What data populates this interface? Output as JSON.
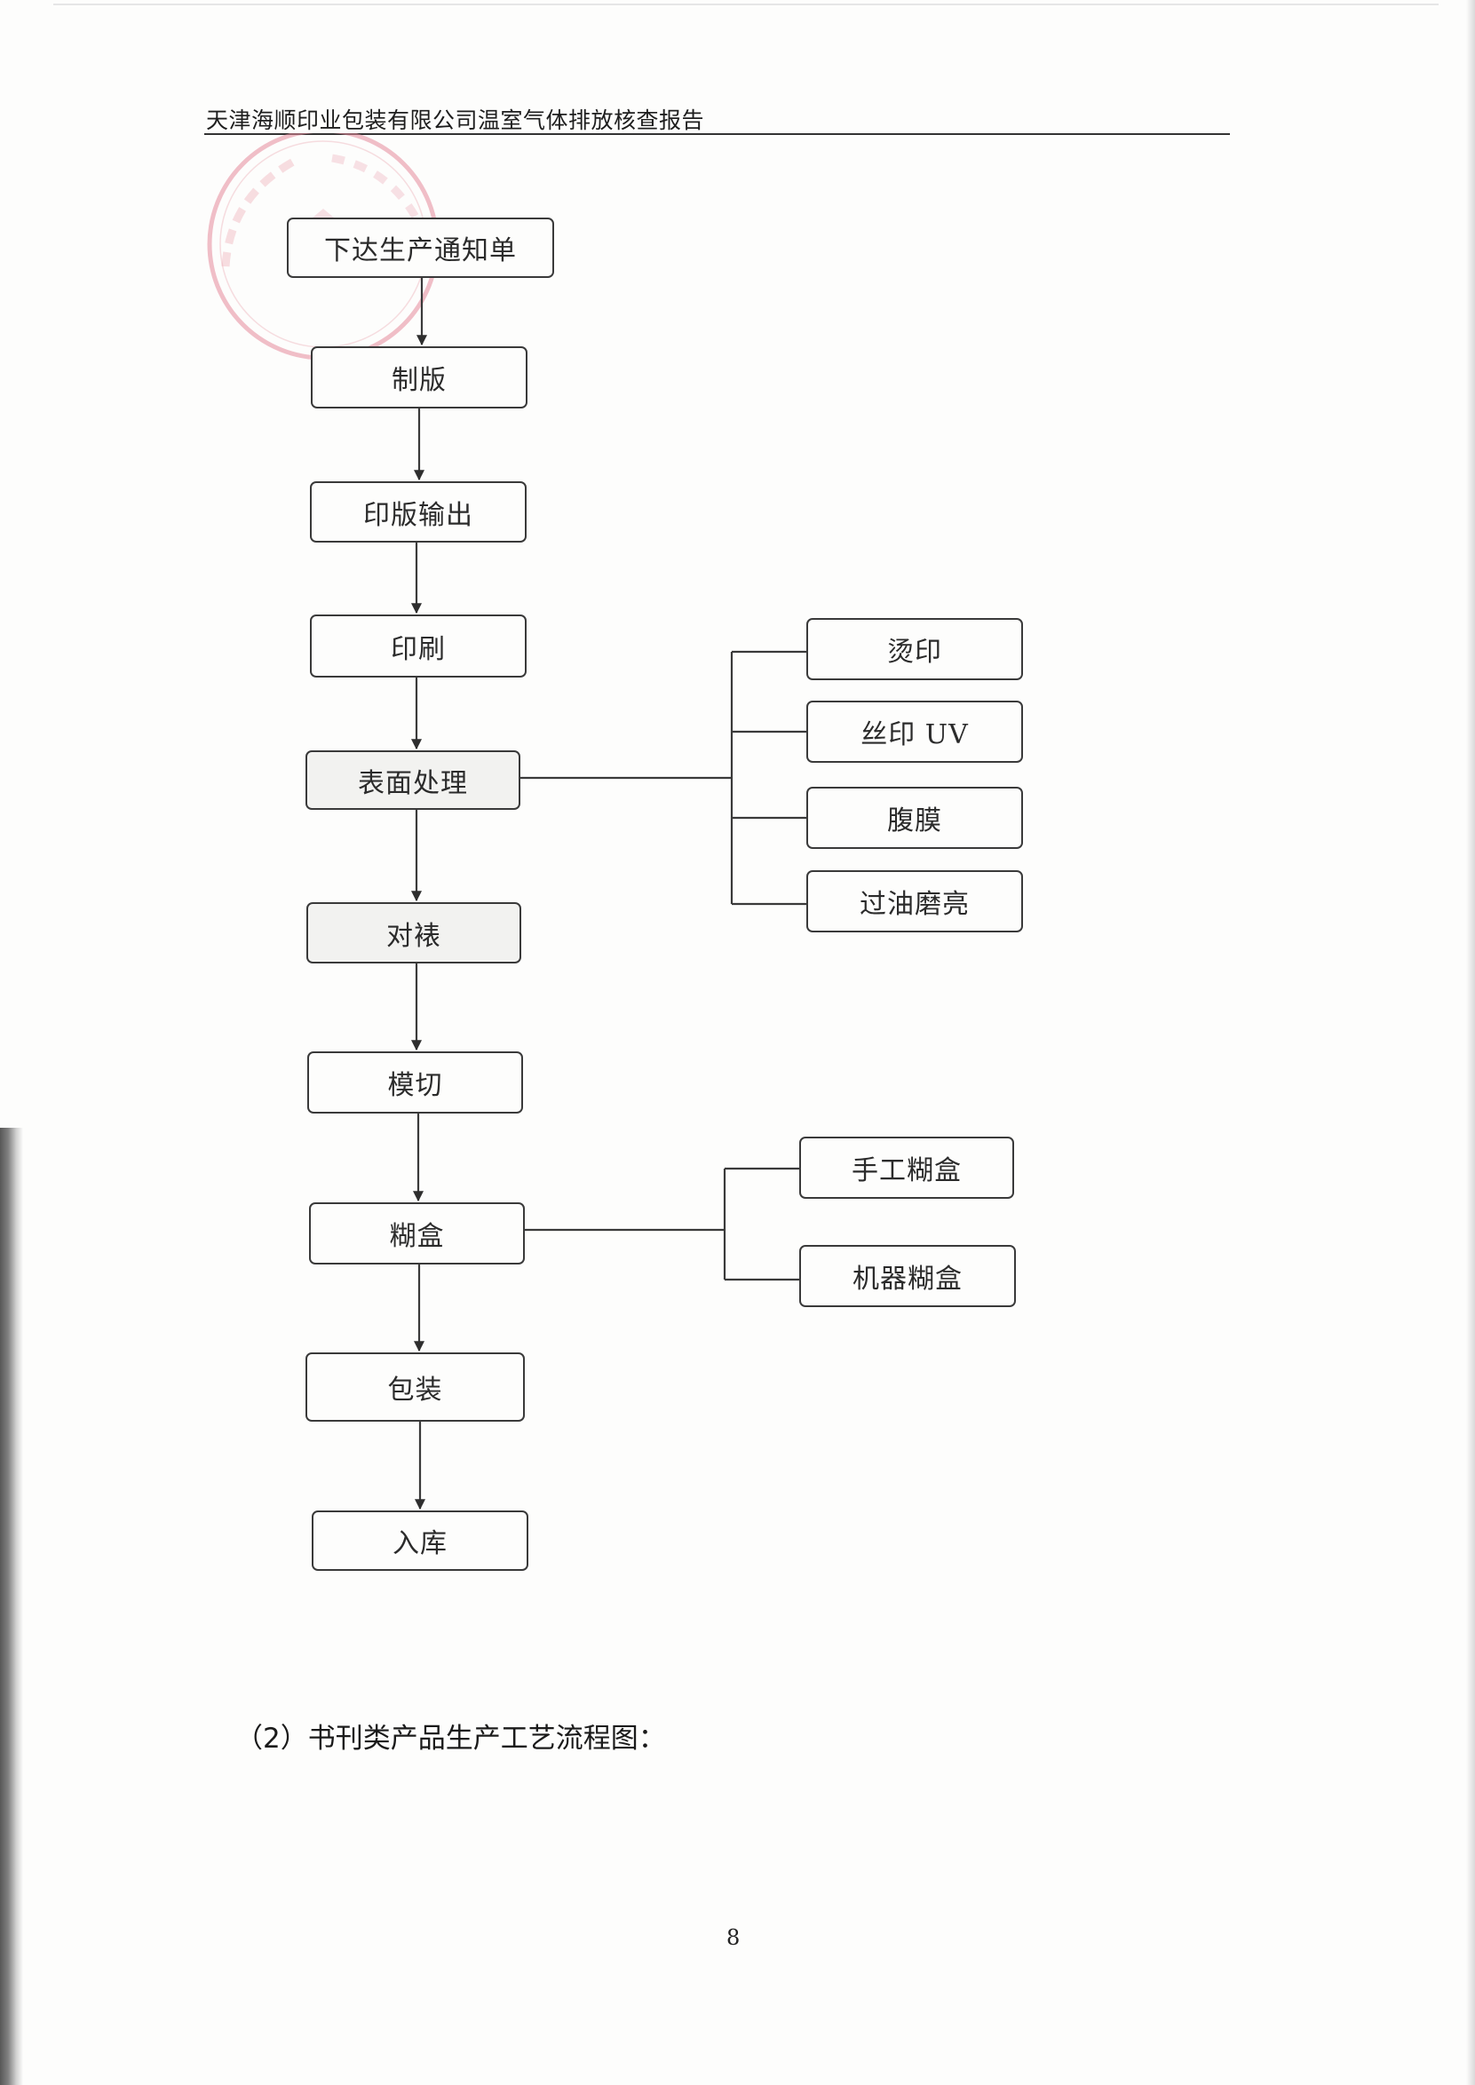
{
  "header": {
    "title": "天津海顺印业包装有限公司温室气体排放核查报告"
  },
  "flowchart": {
    "main_steps": [
      "下达生产通知单",
      "制版",
      "印版输出",
      "印刷",
      "表面处理",
      "对裱",
      "模切",
      "糊盒",
      "包装",
      "入库"
    ],
    "surface_treatment_options": [
      "烫印",
      "丝印 UV",
      "腹膜",
      "过油磨亮"
    ],
    "box_gluing_options": [
      "手工糊盒",
      "机器糊盒"
    ]
  },
  "caption": "（2）书刊类产品生产工艺流程图：",
  "page_number": "8",
  "colors": {
    "line": "#3a3a3a",
    "stamp": "#e58a9a"
  }
}
